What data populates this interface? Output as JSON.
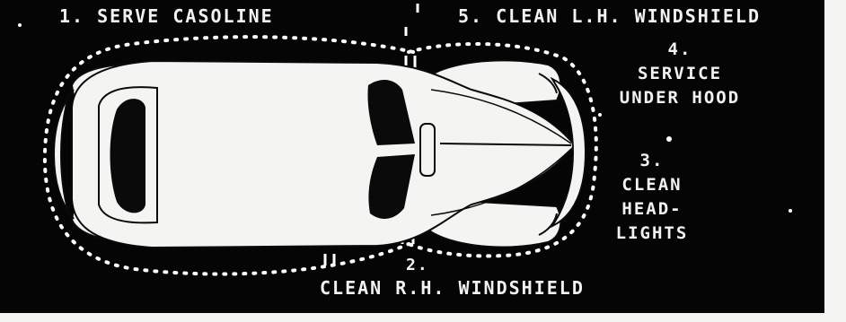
{
  "labels": {
    "step1": "1. SERVE CASOLINE",
    "step5": "5. CLEAN L.H. WINDSHIELD",
    "step4_lines": [
      "4.",
      "SERVICE",
      "UNDER HOOD"
    ],
    "step3_lines": [
      "3.",
      "CLEAN",
      "HEAD-",
      "LIGHTS"
    ],
    "step2_number": "2.",
    "step2_text": "CLEAN R.H. WINDSHIELD"
  },
  "colors": {
    "background": "#050505",
    "car": "#f4f4f2",
    "outline": "#0a0a0a",
    "text": "#f2f2f2",
    "path_dots": "#ffffff"
  }
}
